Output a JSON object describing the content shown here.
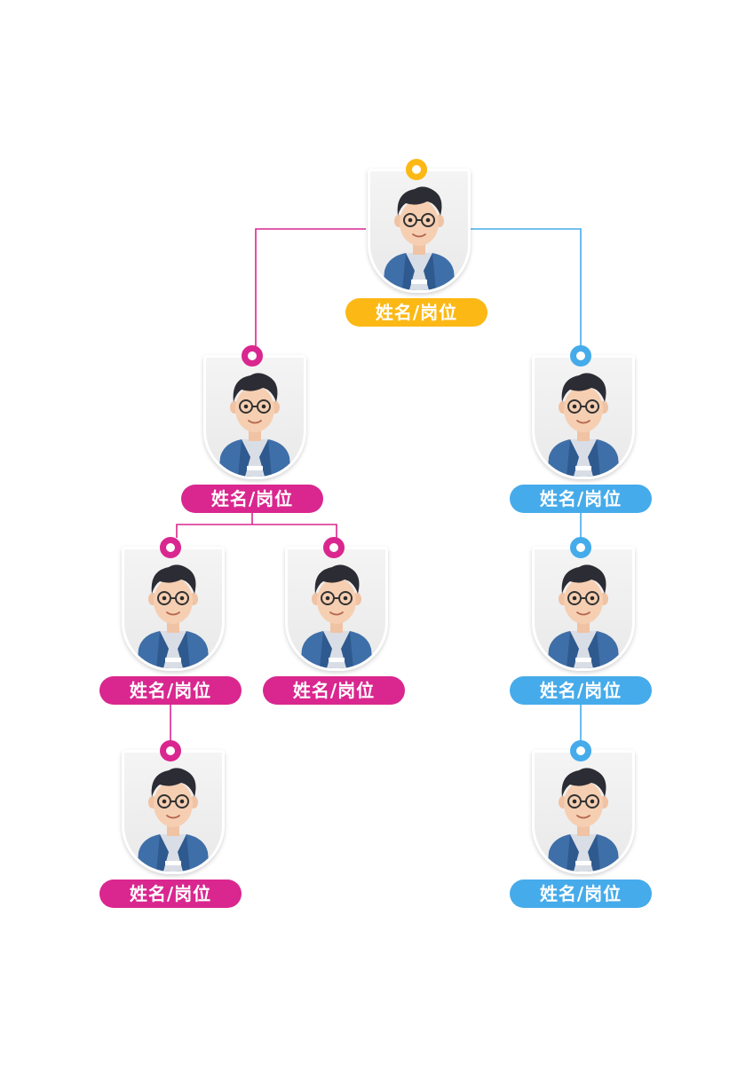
{
  "colors": {
    "gold": "#fcb814",
    "magenta": "#d9278f",
    "blue": "#46abea"
  },
  "icons": {
    "avatar": "cartoon-boy-avatar-icon"
  },
  "nodes": [
    {
      "id": "root",
      "label": "姓名/岗位",
      "color": "gold"
    },
    {
      "id": "left-1",
      "label": "姓名/岗位",
      "color": "magenta"
    },
    {
      "id": "right-1",
      "label": "姓名/岗位",
      "color": "blue"
    },
    {
      "id": "left-2a",
      "label": "姓名/岗位",
      "color": "magenta"
    },
    {
      "id": "left-2b",
      "label": "姓名/岗位",
      "color": "magenta"
    },
    {
      "id": "right-2",
      "label": "姓名/岗位",
      "color": "blue"
    },
    {
      "id": "left-3",
      "label": "姓名/岗位",
      "color": "magenta"
    },
    {
      "id": "right-3",
      "label": "姓名/岗位",
      "color": "blue"
    }
  ]
}
